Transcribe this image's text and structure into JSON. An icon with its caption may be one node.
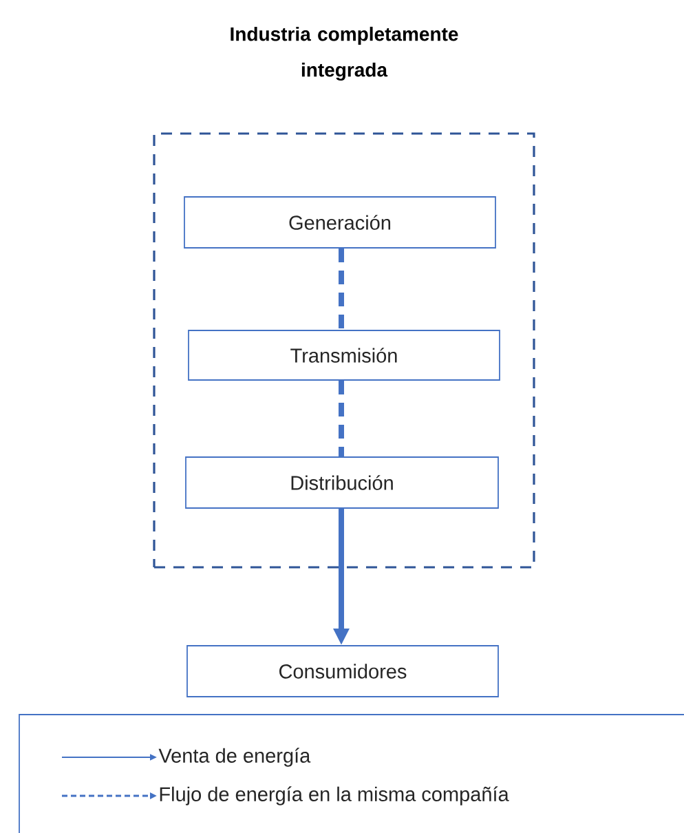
{
  "diagram": {
    "nodes": [
      {
        "text": [
          "Industria completamente integrada"
        ]
      },
      {
        "text": [
          "Generación"
        ],
        "in": 0
      },
      {
        "text": [
          "Transmisión"
        ],
        "in": 0
      },
      {
        "text": [
          "Distribución"
        ],
        "in": 0
      },
      {
        "text": [
          "Consumidores"
        ]
      }
    ],
    "edges": [
      {
        "from": 1,
        "to": 2,
        "arrow": "none",
        "style": "dashed"
      },
      {
        "from": 2,
        "to": 3,
        "arrow": "none",
        "style": "dashed"
      },
      {
        "from": 3,
        "to": 4,
        "arrow": "to"
      }
    ],
    "legend": [
      {
        "text": "Venta de energía"
      },
      {
        "text": "Flujo de energía en la misma compañía"
      }
    ]
  }
}
